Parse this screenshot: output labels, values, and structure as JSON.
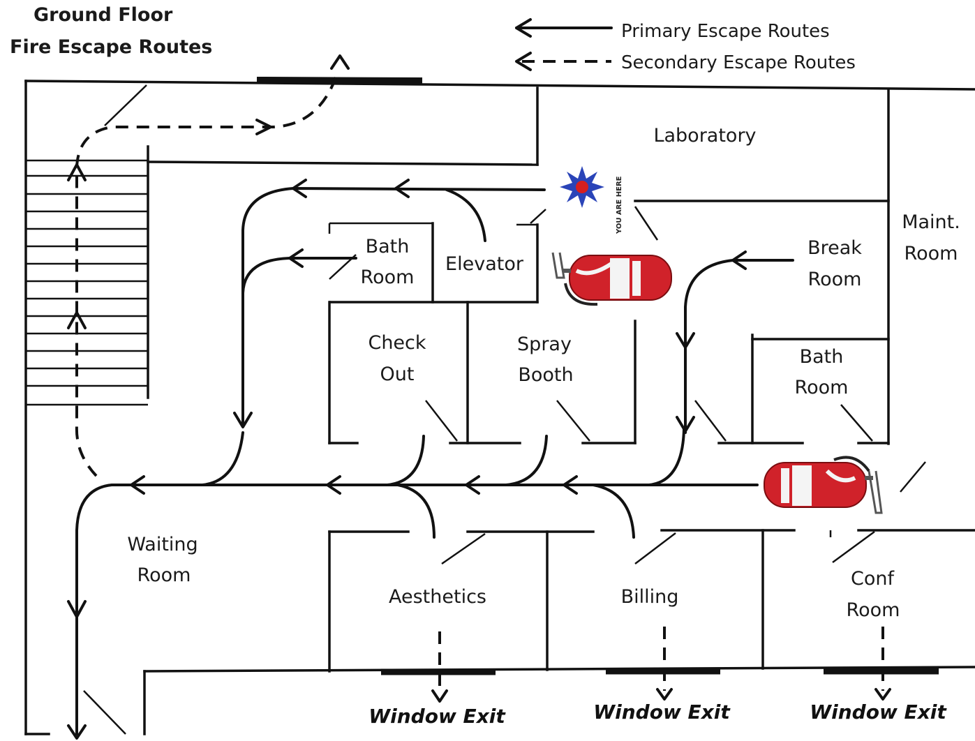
{
  "header": {
    "title_line1": "Ground Floor",
    "title_line2": "Fire Escape Routes"
  },
  "legend": {
    "primary": "Primary Escape Routes",
    "secondary": "Secondary Escape Routes"
  },
  "marker": {
    "you_are_here": "YOU ARE HERE",
    "star_color": "#2a44b8",
    "dot_color": "#d62020"
  },
  "rooms": {
    "laboratory": "Laboratory",
    "maint_1": "Maint.",
    "maint_2": "Room",
    "bath1_1": "Bath",
    "bath1_2": "Room",
    "elevator": "Elevator",
    "break_1": "Break",
    "break_2": "Room",
    "checkout_1": "Check",
    "checkout_2": "Out",
    "spray_1": "Spray",
    "spray_2": "Booth",
    "bath2_1": "Bath",
    "bath2_2": "Room",
    "waiting_1": "Waiting",
    "waiting_2": "Room",
    "aesthetics": "Aesthetics",
    "billing": "Billing",
    "conf_1": "Conf",
    "conf_2": "Room"
  },
  "exits": {
    "window_exit_1": "Window Exit",
    "window_exit_2": "Window Exit",
    "window_exit_3": "Window Exit"
  },
  "icons": {
    "extinguisher_color": "#d0222a"
  }
}
